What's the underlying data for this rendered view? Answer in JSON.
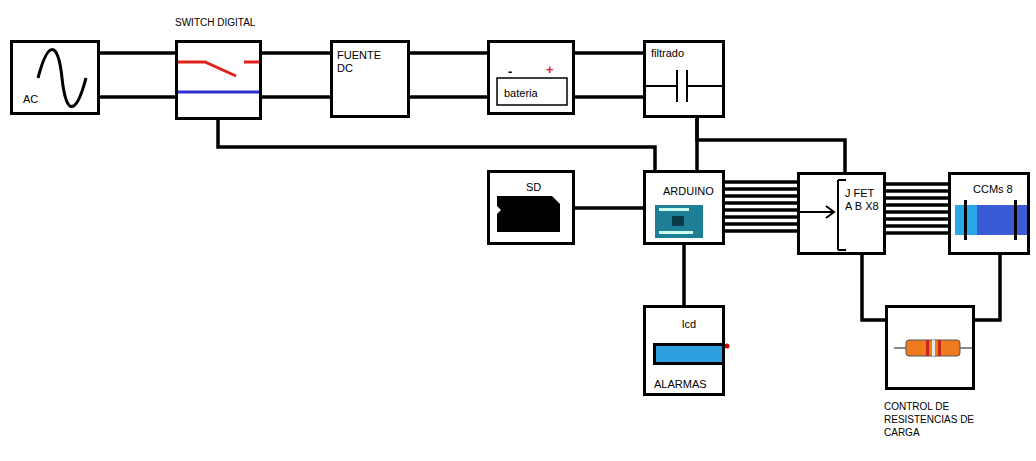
{
  "diagram": {
    "nodes": [
      {
        "text": [
          "AC"
        ]
      },
      {
        "text": [
          "SWITCH DIGITAL"
        ]
      },
      {
        "text": [
          "FUENTE DC"
        ]
      },
      {
        "text": [
          "bateria"
        ]
      },
      {
        "text": [
          "filtrado"
        ]
      },
      {
        "text": [
          "SD"
        ]
      },
      {
        "text": [
          "ARDUINO"
        ]
      },
      {
        "text": [
          "J FET A B X8"
        ]
      },
      {
        "text": [
          "CCMs 8"
        ]
      },
      {
        "text": [
          "lcd",
          "ALARMAS"
        ]
      },
      {
        "text": [
          "CONTROL DE RESISTENCIAS DE CARGA"
        ]
      }
    ],
    "edges": [
      {
        "from": 0,
        "to": 1,
        "arrow": "none"
      },
      {
        "from": 1,
        "to": 2,
        "arrow": "none"
      },
      {
        "from": 2,
        "to": 3,
        "arrow": "none"
      },
      {
        "from": 3,
        "to": 4,
        "arrow": "none"
      },
      {
        "from": 1,
        "to": 6,
        "arrow": "none"
      },
      {
        "from": 4,
        "to": 6,
        "arrow": "none"
      },
      {
        "from": 4,
        "to": 7,
        "arrow": "none"
      },
      {
        "from": 5,
        "to": 6,
        "arrow": "none"
      },
      {
        "from": 6,
        "to": 7,
        "arrow": "none"
      },
      {
        "from": 6,
        "to": 9,
        "arrow": "none"
      },
      {
        "from": 7,
        "to": 8,
        "arrow": "none"
      },
      {
        "from": 7,
        "to": 10,
        "arrow": "none"
      },
      {
        "from": 8,
        "to": 10,
        "arrow": "none"
      }
    ],
    "labels": [
      "-",
      "+"
    ]
  }
}
